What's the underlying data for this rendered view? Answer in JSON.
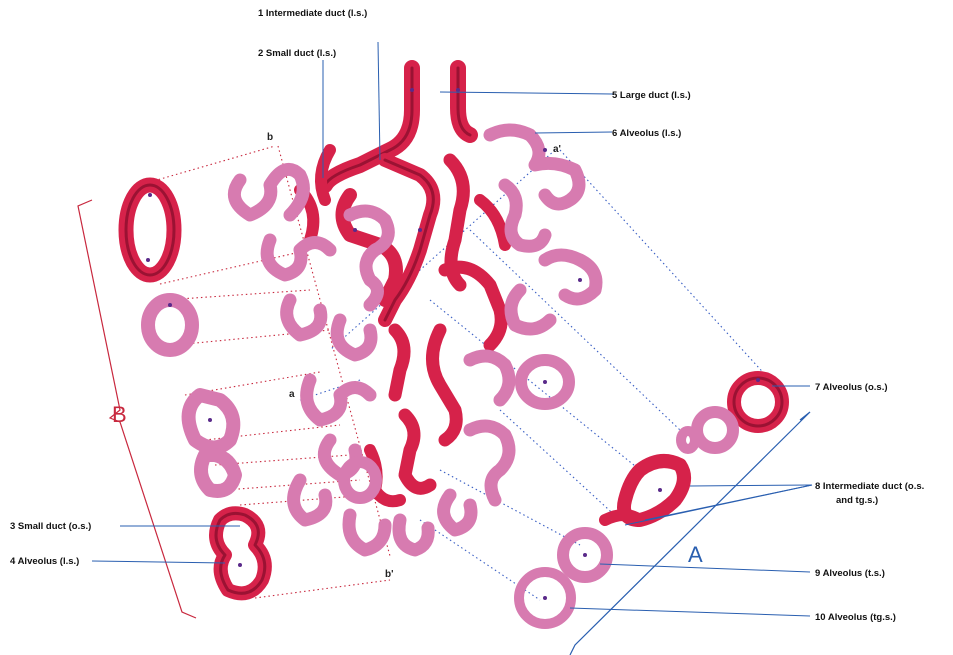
{
  "labels": {
    "l1": "1 Intermediate duct (l.s.)",
    "l2": "2 Small duct (l.s.)",
    "l3": "3 Small duct (o.s.)",
    "l4": "4 Alveolus (l.s.)",
    "l5": "5 Large duct (l.s.)",
    "l6": "6 Alveolus (l.s.)",
    "l7": "7 Alveolus (o.s.)",
    "l8a": "8 Intermediate duct (o.s.",
    "l8b": "and tg.s.)",
    "l9": "9 Alveolus (t.s.)",
    "l10": "10 Alveolus (tg.s.)"
  },
  "markers": {
    "A": "A",
    "B": "B",
    "a": "a",
    "a_prime": "a'",
    "b": "b",
    "b_prime": "b'"
  },
  "colors": {
    "duct": "#d6224a",
    "alveolus": "#d77bb0",
    "leader": "#2a5fb0",
    "bracket": "#c8283e"
  }
}
